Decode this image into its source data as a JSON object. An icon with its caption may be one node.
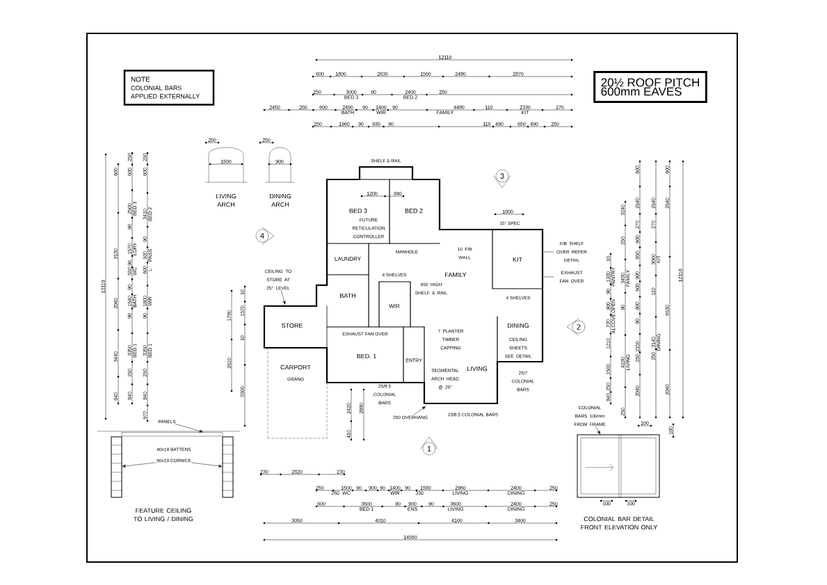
{
  "diagram": {
    "nodes": [
      {
        "text": [
          "NOTE",
          "COLONIAL BARS APPLIED EXTERNALLY"
        ]
      },
      {
        "text": [
          "20½ ROOF PITCH",
          "600mm EAVES"
        ]
      },
      {
        "text": [
          "CEILING TO STORE AT 25° LEVEL"
        ]
      },
      {
        "text": [
          "F/B SHELF OVER REFER DETAIL"
        ]
      },
      {
        "text": [
          "EXHAUST FAN OVER"
        ]
      },
      {
        "text": [
          "COLONIAL BARS 100mm FROM FRAME"
        ]
      },
      {
        "text": [
          "200 OVERHANG"
        ]
      },
      {
        "text": [
          "PANELS"
        ]
      },
      {
        "text": [
          "60x19 CORNICE"
        ]
      },
      {
        "text": [],
        "shape": "box"
      },
      {
        "text": [],
        "shape": "box"
      },
      {
        "text": [],
        "shape": "box"
      }
    ],
    "edges": [
      {
        "from": 2,
        "to": null,
        "arrow": "to"
      },
      {
        "from": 3,
        "to": null,
        "arrow": "none"
      },
      {
        "from": 4,
        "to": null,
        "arrow": "none"
      },
      {
        "from": 5,
        "to": 11,
        "arrow": "to"
      },
      {
        "from": 6,
        "to": null,
        "arrow": "to"
      },
      {
        "from": 7,
        "to": null,
        "arrow": "to"
      },
      {
        "from": 8,
        "to": 9,
        "arrow": "to"
      },
      {
        "from": 8,
        "to": 10,
        "arrow": "to"
      }
    ],
    "labels": [
      "12110",
      "600",
      "1800",
      "2630",
      "1560",
      "2480",
      "2870",
      "250",
      "3000",
      "BED 3",
      "90",
      "2400",
      "BED 2",
      "250",
      "2450",
      "250",
      "600",
      "2490",
      "BATH",
      "90",
      "1400",
      "WIR",
      "90",
      "4480",
      "FAMILY",
      "110",
      "2330",
      "KIT",
      "270",
      "250",
      "1960",
      "90",
      "930",
      "90",
      "110",
      "490",
      "650",
      "490",
      "250",
      "250",
      "250",
      "1500",
      "900",
      "LIVING ARCH",
      "DINING ARCH",
      "12110",
      "600",
      "3130",
      "2040",
      "3440",
      "840",
      "250",
      "600",
      "2500",
      "BED 3",
      "90",
      "1570",
      "LDRY",
      "90",
      "550",
      "WC",
      "90",
      "1540",
      "BATH",
      "90",
      "3350",
      "BED 1",
      "250",
      "840",
      "250",
      "600",
      "3410",
      "BED 2",
      "90",
      "930",
      "PASS",
      "600",
      "L",
      "1800",
      "WIR",
      "90",
      "3350",
      "BED 1",
      "250",
      "840",
      "970",
      "4",
      "10",
      "1570",
      "1790",
      "10",
      "2610",
      "5500",
      "2420",
      "2890",
      "410",
      "3",
      "SHELF & RAIL",
      "1200",
      "840",
      "BED 3",
      "BED 2",
      "FUTURE RETICULATION CONTROLLER",
      "1800",
      "15° SPEC",
      "MANHOLE",
      "LAUNDRY",
      "10 F/B WALL",
      "KIT",
      "4 SHELVES",
      "FAMILY",
      "650 HIGH SHELF & RAIL",
      "BATH",
      "4 SHELVES",
      "WIR",
      "DINING",
      "EXHAUST FAN OVER",
      "STORE",
      "7 PLANTER TIMBER CAPPING",
      "CEILING SHEETS SEE DETAIL",
      "BED. 1",
      "ENTRY",
      "CARPORT",
      "LIVING",
      "GRANO",
      "SEGMENTAL ARCH HEAD @ 25°",
      "25/7 COLONIAL BARS",
      "25/8.5 COLONIAL BARS",
      "23/8.5 COLONIAL BARS",
      "10",
      "1330",
      "PANTRY",
      "90",
      "900",
      "OPEN",
      "730",
      "ALCOVE",
      "1210",
      "1500",
      "250",
      "840",
      "3240",
      "250",
      "3490",
      "FAMILY",
      "90",
      "4190",
      "LIVING",
      "250",
      "600",
      "2640",
      "270",
      "600",
      "850",
      "900",
      "600",
      "900",
      "90",
      "2150",
      "250",
      "2040",
      "2640",
      "270",
      "3060",
      "KIT",
      "110",
      "3140",
      "DINING",
      "250",
      "600",
      "2640",
      "6530",
      "2040",
      "12110",
      "2",
      "230",
      "2820",
      "230",
      "250",
      "250",
      "1500",
      "WC",
      "90",
      "900",
      "90",
      "1400",
      "WIR",
      "90",
      "1580",
      "330",
      "2960",
      "LIVING",
      "2400",
      "DINING",
      "250",
      "600",
      "3600",
      "BED 1",
      "90",
      "900",
      "ENS",
      "90",
      "3600",
      "LIVING",
      "2400",
      "DINING",
      "250",
      "3050",
      "4010",
      "4100",
      "3400",
      "14560",
      "1",
      "100",
      "100",
      "100",
      "100",
      "COLONIAL BAR DETAIL FRONT ELEVATION ONLY",
      "60x19 BATTENS",
      "FEATURE CEILING TO LIVING / DINING"
    ]
  }
}
